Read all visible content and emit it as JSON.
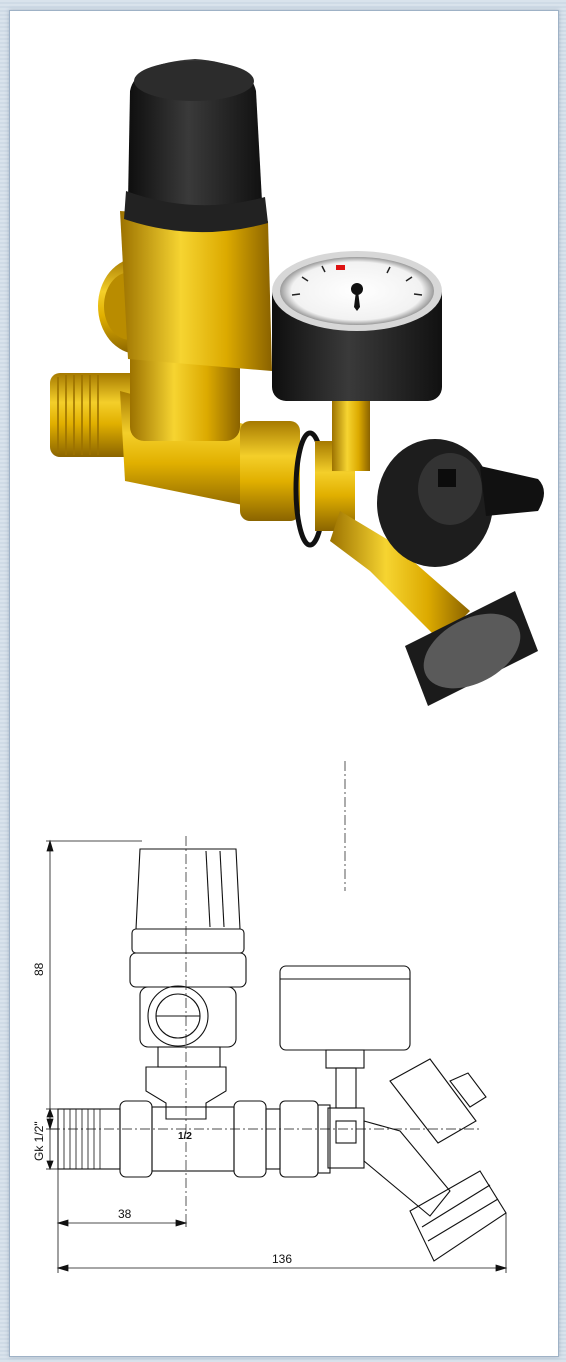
{
  "drawing": {
    "dimensions": {
      "height": "88",
      "thread": "Gk 1/2\"",
      "offset": "38",
      "length": "136"
    },
    "part_marking": "1/2"
  },
  "colors": {
    "brass": "#e8b800",
    "brass_dark": "#b08400",
    "black": "#1c1c1c",
    "line": "#111111",
    "background": "#d9e3ec"
  }
}
